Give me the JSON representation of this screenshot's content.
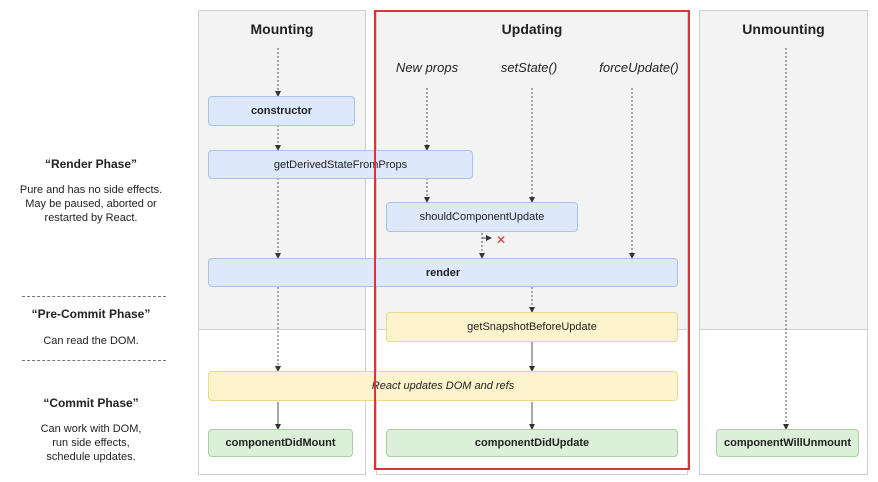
{
  "columns": {
    "mounting": "Mounting",
    "updating": "Updating",
    "unmounting": "Unmounting"
  },
  "triggers": {
    "new_props": "New props",
    "set_state": "setState()",
    "force_update": "forceUpdate()"
  },
  "methods": {
    "constructor": "constructor",
    "get_derived_state": "getDerivedStateFromProps",
    "should_update": "shouldComponentUpdate",
    "render": "render",
    "get_snapshot": "getSnapshotBeforeUpdate",
    "react_updates": "React updates DOM and refs",
    "did_mount": "componentDidMount",
    "did_update": "componentDidUpdate",
    "will_unmount": "componentWillUnmount"
  },
  "phases": {
    "render_title": "“Render Phase”",
    "render_desc": [
      "Pure and has no side effects.",
      "May be paused, aborted or",
      "restarted by React."
    ],
    "precommit_title": "“Pre-Commit Phase”",
    "precommit_desc": "Can read the DOM.",
    "commit_title": "“Commit Phase”",
    "commit_desc": [
      "Can work with DOM,",
      "run side effects,",
      "schedule updates."
    ]
  },
  "colors": {
    "render_phase": "#dde8fb",
    "commit_phase": "#fdf3cc",
    "lifecycle_end": "#dcefd9",
    "highlight": "#d9333b"
  }
}
